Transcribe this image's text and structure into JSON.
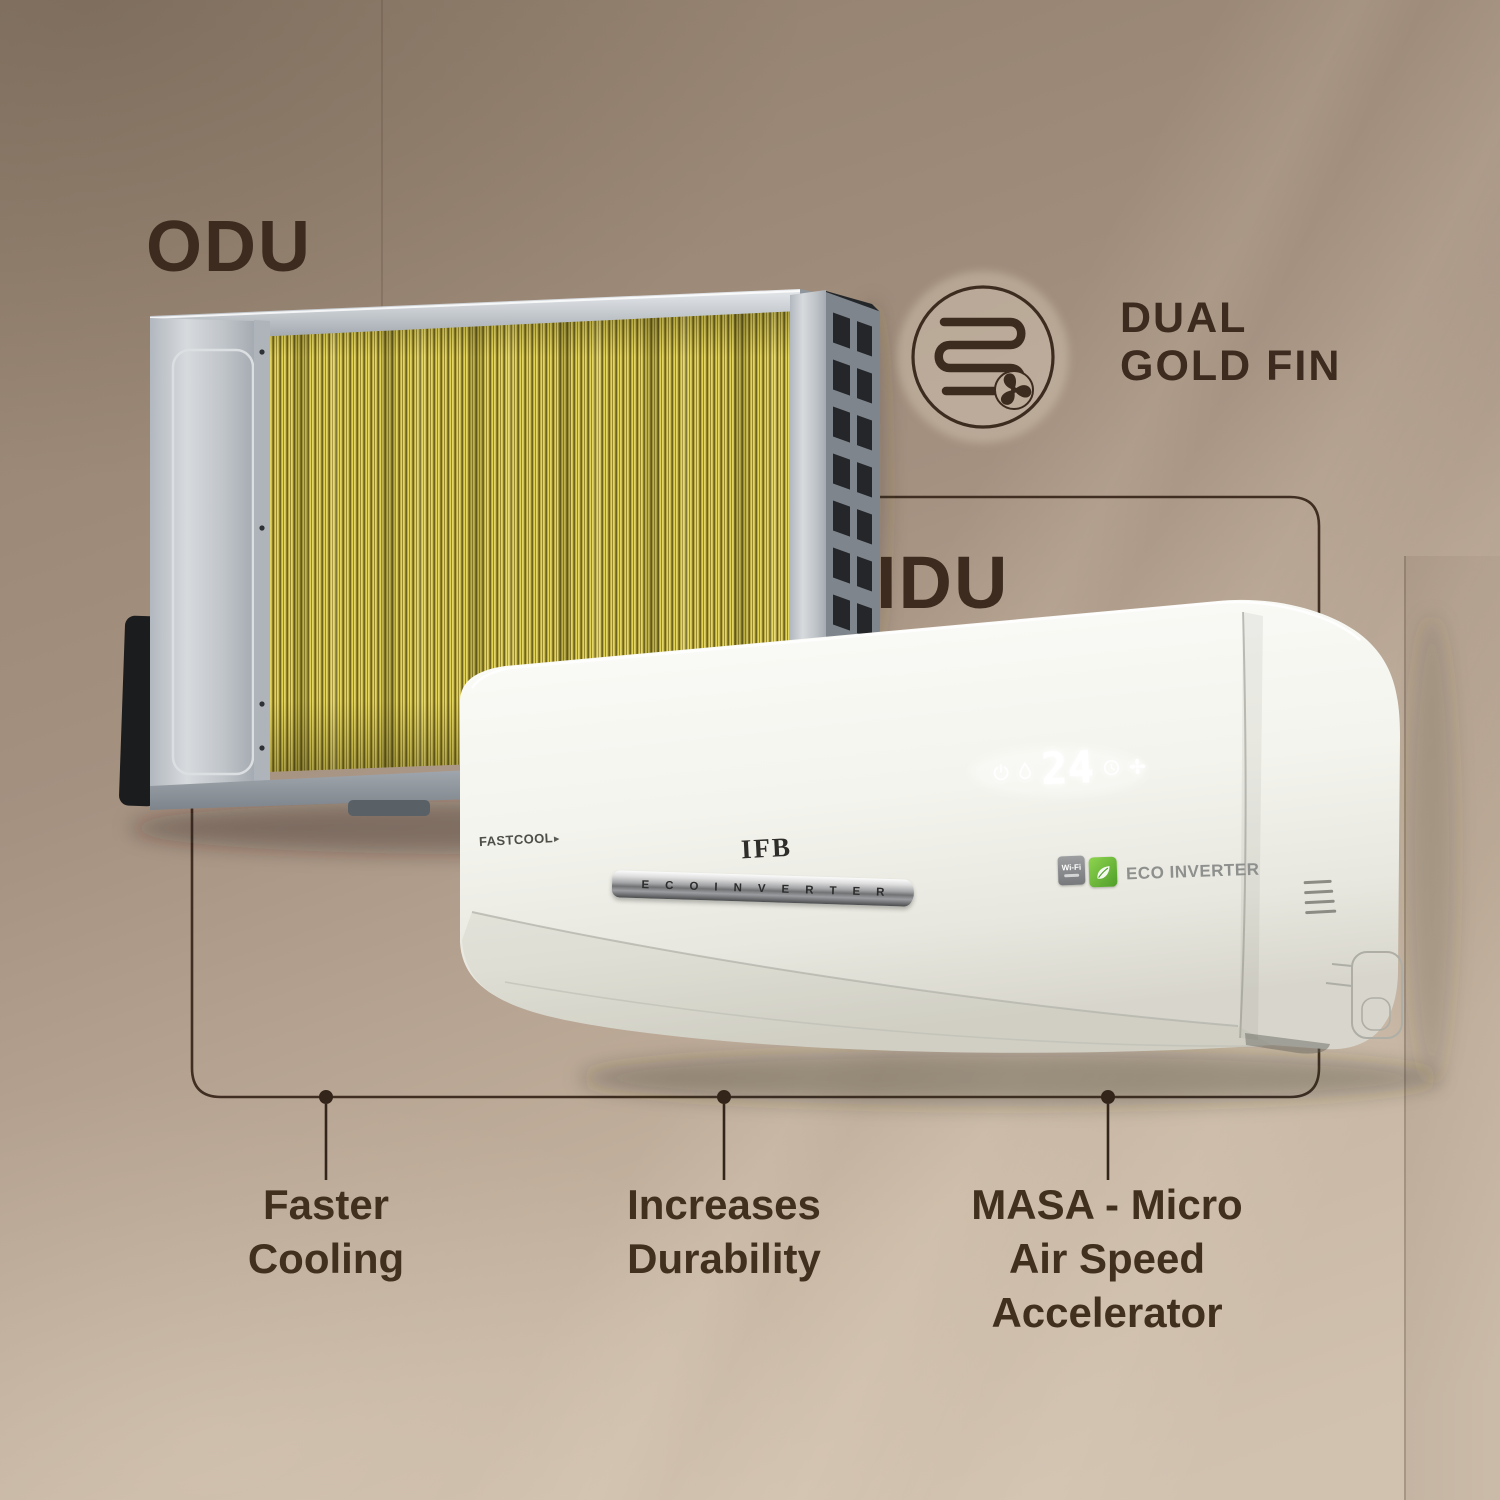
{
  "scene": {
    "wall_top_color": "#9a8775",
    "wall_bottom_color": "#d1c1af",
    "heading_text_color": "#3c2b1e",
    "connector_color": "#3f2e21"
  },
  "odu": {
    "label": "ODU",
    "fin_bright_color": "#ecdc66",
    "fin_dark_color": "#6f6420",
    "metal_color": "#c3c8cd"
  },
  "idu": {
    "label": "IDU",
    "front_badge": "FASTCOOL",
    "front_badge_arrow": "▸",
    "brand": "IFB",
    "strip_text": "ECOINVERTER",
    "display": {
      "temperature": "24",
      "icons": [
        "power-icon",
        "drop-icon",
        "timer-icon",
        "fan-icon"
      ]
    },
    "right_badges": {
      "wifi_label": "Wi-Fi",
      "eco_label": "ECO INVERTER",
      "eco_badge_color": "#5fae2f",
      "icons": [
        "wifi-badge-icon",
        "leaf-icon"
      ]
    }
  },
  "feature_badge": {
    "line1": "DUAL",
    "line2": "GOLD FIN",
    "icon": "gold-fin-coil-fan-icon"
  },
  "callouts": [
    {
      "lines": [
        "Faster",
        "Cooling"
      ]
    },
    {
      "lines": [
        "Increases",
        "Durability"
      ]
    },
    {
      "lines": [
        "MASA - Micro",
        "Air Speed",
        "Accelerator"
      ]
    }
  ]
}
